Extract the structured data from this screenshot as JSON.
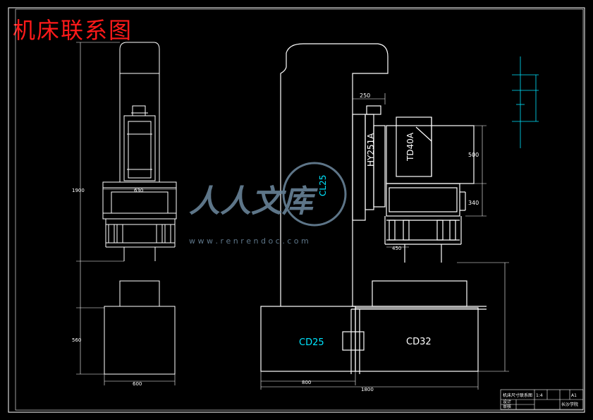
{
  "title": "机床联系图",
  "watermark": {
    "brand": "人人文库",
    "url": "w w w . r e n r e n d o c . c o m"
  },
  "labels": {
    "cl25": "CL25",
    "cd25": "CD25",
    "cd32": "CD32",
    "hy251a": "HY251A",
    "td40a": "TD40A"
  },
  "dims": {
    "h1900": "1900",
    "h560": "560",
    "w630": "630",
    "w600": "600",
    "w250": "250",
    "h500": "500",
    "h340": "340",
    "w450": "450",
    "w800": "800",
    "w1800": "1800"
  },
  "colors": {
    "line": "#ffffff",
    "accent_red": "#ff1a1a",
    "accent_cyan": "#00e5ff",
    "watermark": "#6e8aa0"
  },
  "title_block": {
    "name": "机床尺寸联系图",
    "scale": "1:4",
    "sheet": "A1",
    "school": "长沙学院",
    "row1": "设计",
    "row2": "审核"
  }
}
